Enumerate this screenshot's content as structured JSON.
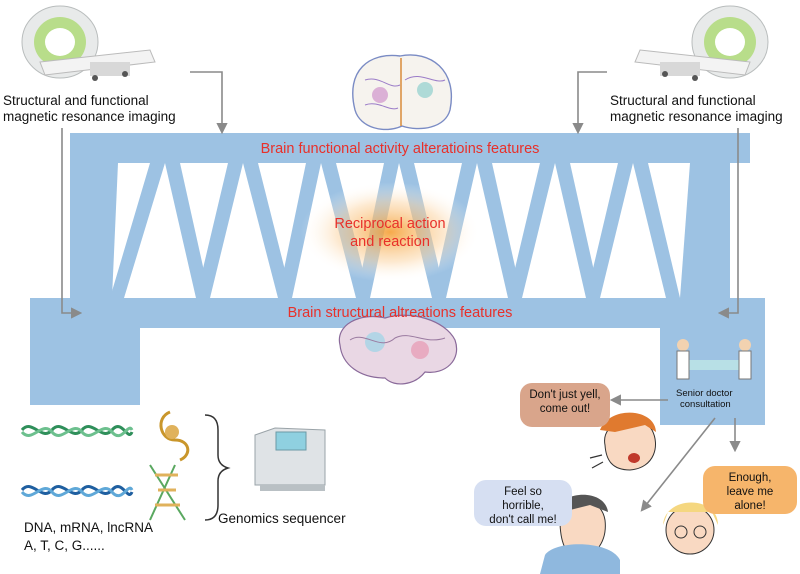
{
  "imaging": {
    "left_label_line1": "Structural and functional",
    "left_label_line2": "magnetic resonance imaging",
    "right_label_line1": "Structural and functional",
    "right_label_line2": "magnetic resonance imaging"
  },
  "bridge": {
    "top_label": "Brain functional activity alteratioins features",
    "center_label_line1": "Reciprocal action",
    "center_label_line2": "and reaction",
    "bottom_label": "Brain structural altreations features"
  },
  "genomics": {
    "molecules_line1": "DNA, mRNA, lncRNA",
    "molecules_line2": "A, T, C, G......",
    "sequencer_label": "Genomics sequencer"
  },
  "consultation": {
    "label_line1": "Senior doctor",
    "label_line2": "consultation",
    "bubble_yell_line1": "Don't just yell,",
    "bubble_yell_line2": "come out!",
    "bubble_horrible_line1": "Feel so horrible,",
    "bubble_horrible_line2": "don't call me!",
    "bubble_enough_line1": "Enough,",
    "bubble_enough_line2": "leave me alone!"
  },
  "colors": {
    "bridge": "#9dc2e3",
    "label_red": "#e8302a",
    "bubble_brown": "#d9a58b",
    "bubble_blue": "#d6dff2",
    "bubble_orange": "#f6b56b"
  }
}
